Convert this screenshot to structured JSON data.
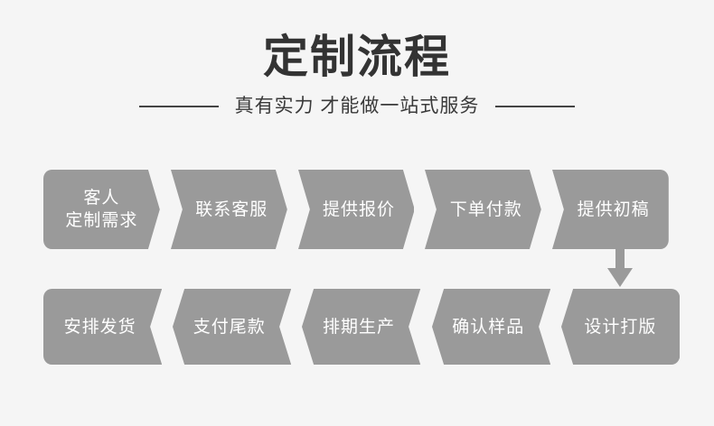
{
  "header": {
    "title": "定制流程",
    "subtitle": "真有实力  才能做一站式服务",
    "left_rule": "",
    "right_rule": ""
  },
  "colors": {
    "background": "#f5f5f5",
    "box_fill": "#9a9a9a",
    "box_text": "#ffffff",
    "title_text": "#333333",
    "subtitle_text": "#3a3a3a",
    "rule": "#444444",
    "arrow": "#9a9a9a"
  },
  "flow": {
    "rows": [
      {
        "direction": "left-to-right",
        "steps": [
          {
            "label": "客人\n定制需求"
          },
          {
            "label": "联系客服"
          },
          {
            "label": "提供报价"
          },
          {
            "label": "下单付款"
          },
          {
            "label": "提供初稿"
          }
        ]
      },
      {
        "direction": "right-to-left",
        "steps": [
          {
            "label": "安排发货"
          },
          {
            "label": "支付尾款"
          },
          {
            "label": "排期生产"
          },
          {
            "label": "确认样品"
          },
          {
            "label": "设计打版"
          }
        ]
      }
    ],
    "connector": {
      "icon": "arrow-down-icon",
      "from": "提供初稿",
      "to": "设计打版"
    }
  }
}
